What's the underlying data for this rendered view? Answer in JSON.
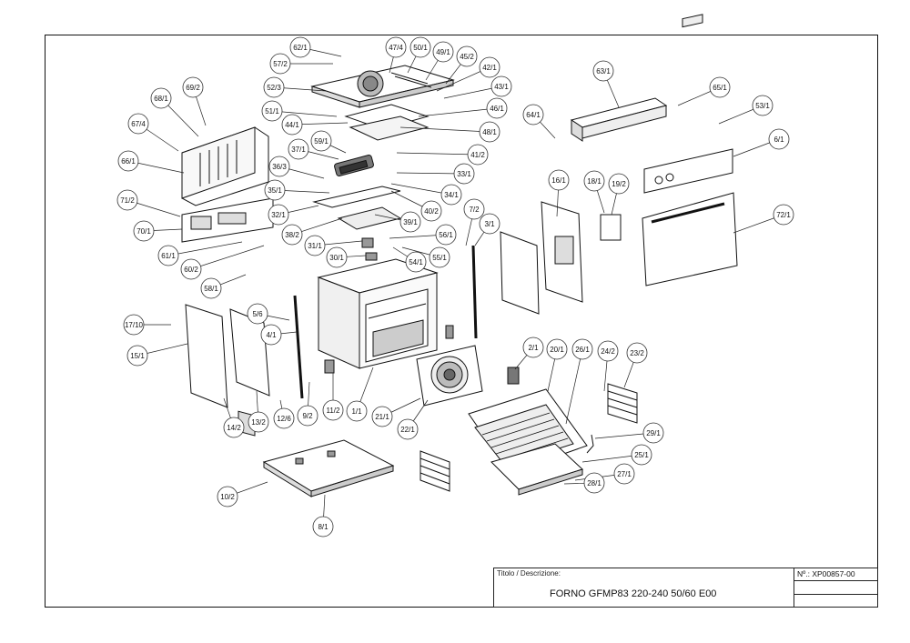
{
  "title_block": {
    "label": "Titolo / Descrizione:",
    "title": "FORNO GFMP83 220-240 50/60 E00",
    "code": "Nº.: XP00857-00"
  },
  "callouts": [
    "62/1",
    "47/4",
    "50/1",
    "49/1",
    "45/2",
    "57/2",
    "42/1",
    "52/3",
    "43/1",
    "51/1",
    "46/1",
    "44/1",
    "48/1",
    "59/1",
    "41/2",
    "37/1",
    "36/3",
    "33/1",
    "35/1",
    "34/1",
    "32/1",
    "40/2",
    "39/1",
    "38/2",
    "56/1",
    "31/1",
    "30/1",
    "54/1",
    "55/1",
    "7/2",
    "3/1",
    "69/2",
    "68/1",
    "67/4",
    "66/1",
    "71/2",
    "70/1",
    "61/1",
    "60/2",
    "58/1",
    "63/1",
    "65/1",
    "53/1",
    "64/1",
    "6/1",
    "16/1",
    "18/1",
    "19/2",
    "72/1",
    "17/10",
    "15/1",
    "5/6",
    "4/1",
    "14/2",
    "13/2",
    "12/6",
    "9/2",
    "11/2",
    "1/1",
    "21/1",
    "22/1",
    "2/1",
    "20/1",
    "26/1",
    "24/2",
    "23/2",
    "29/1",
    "25/1",
    "27/1",
    "28/1",
    "10/2",
    "8/1"
  ]
}
